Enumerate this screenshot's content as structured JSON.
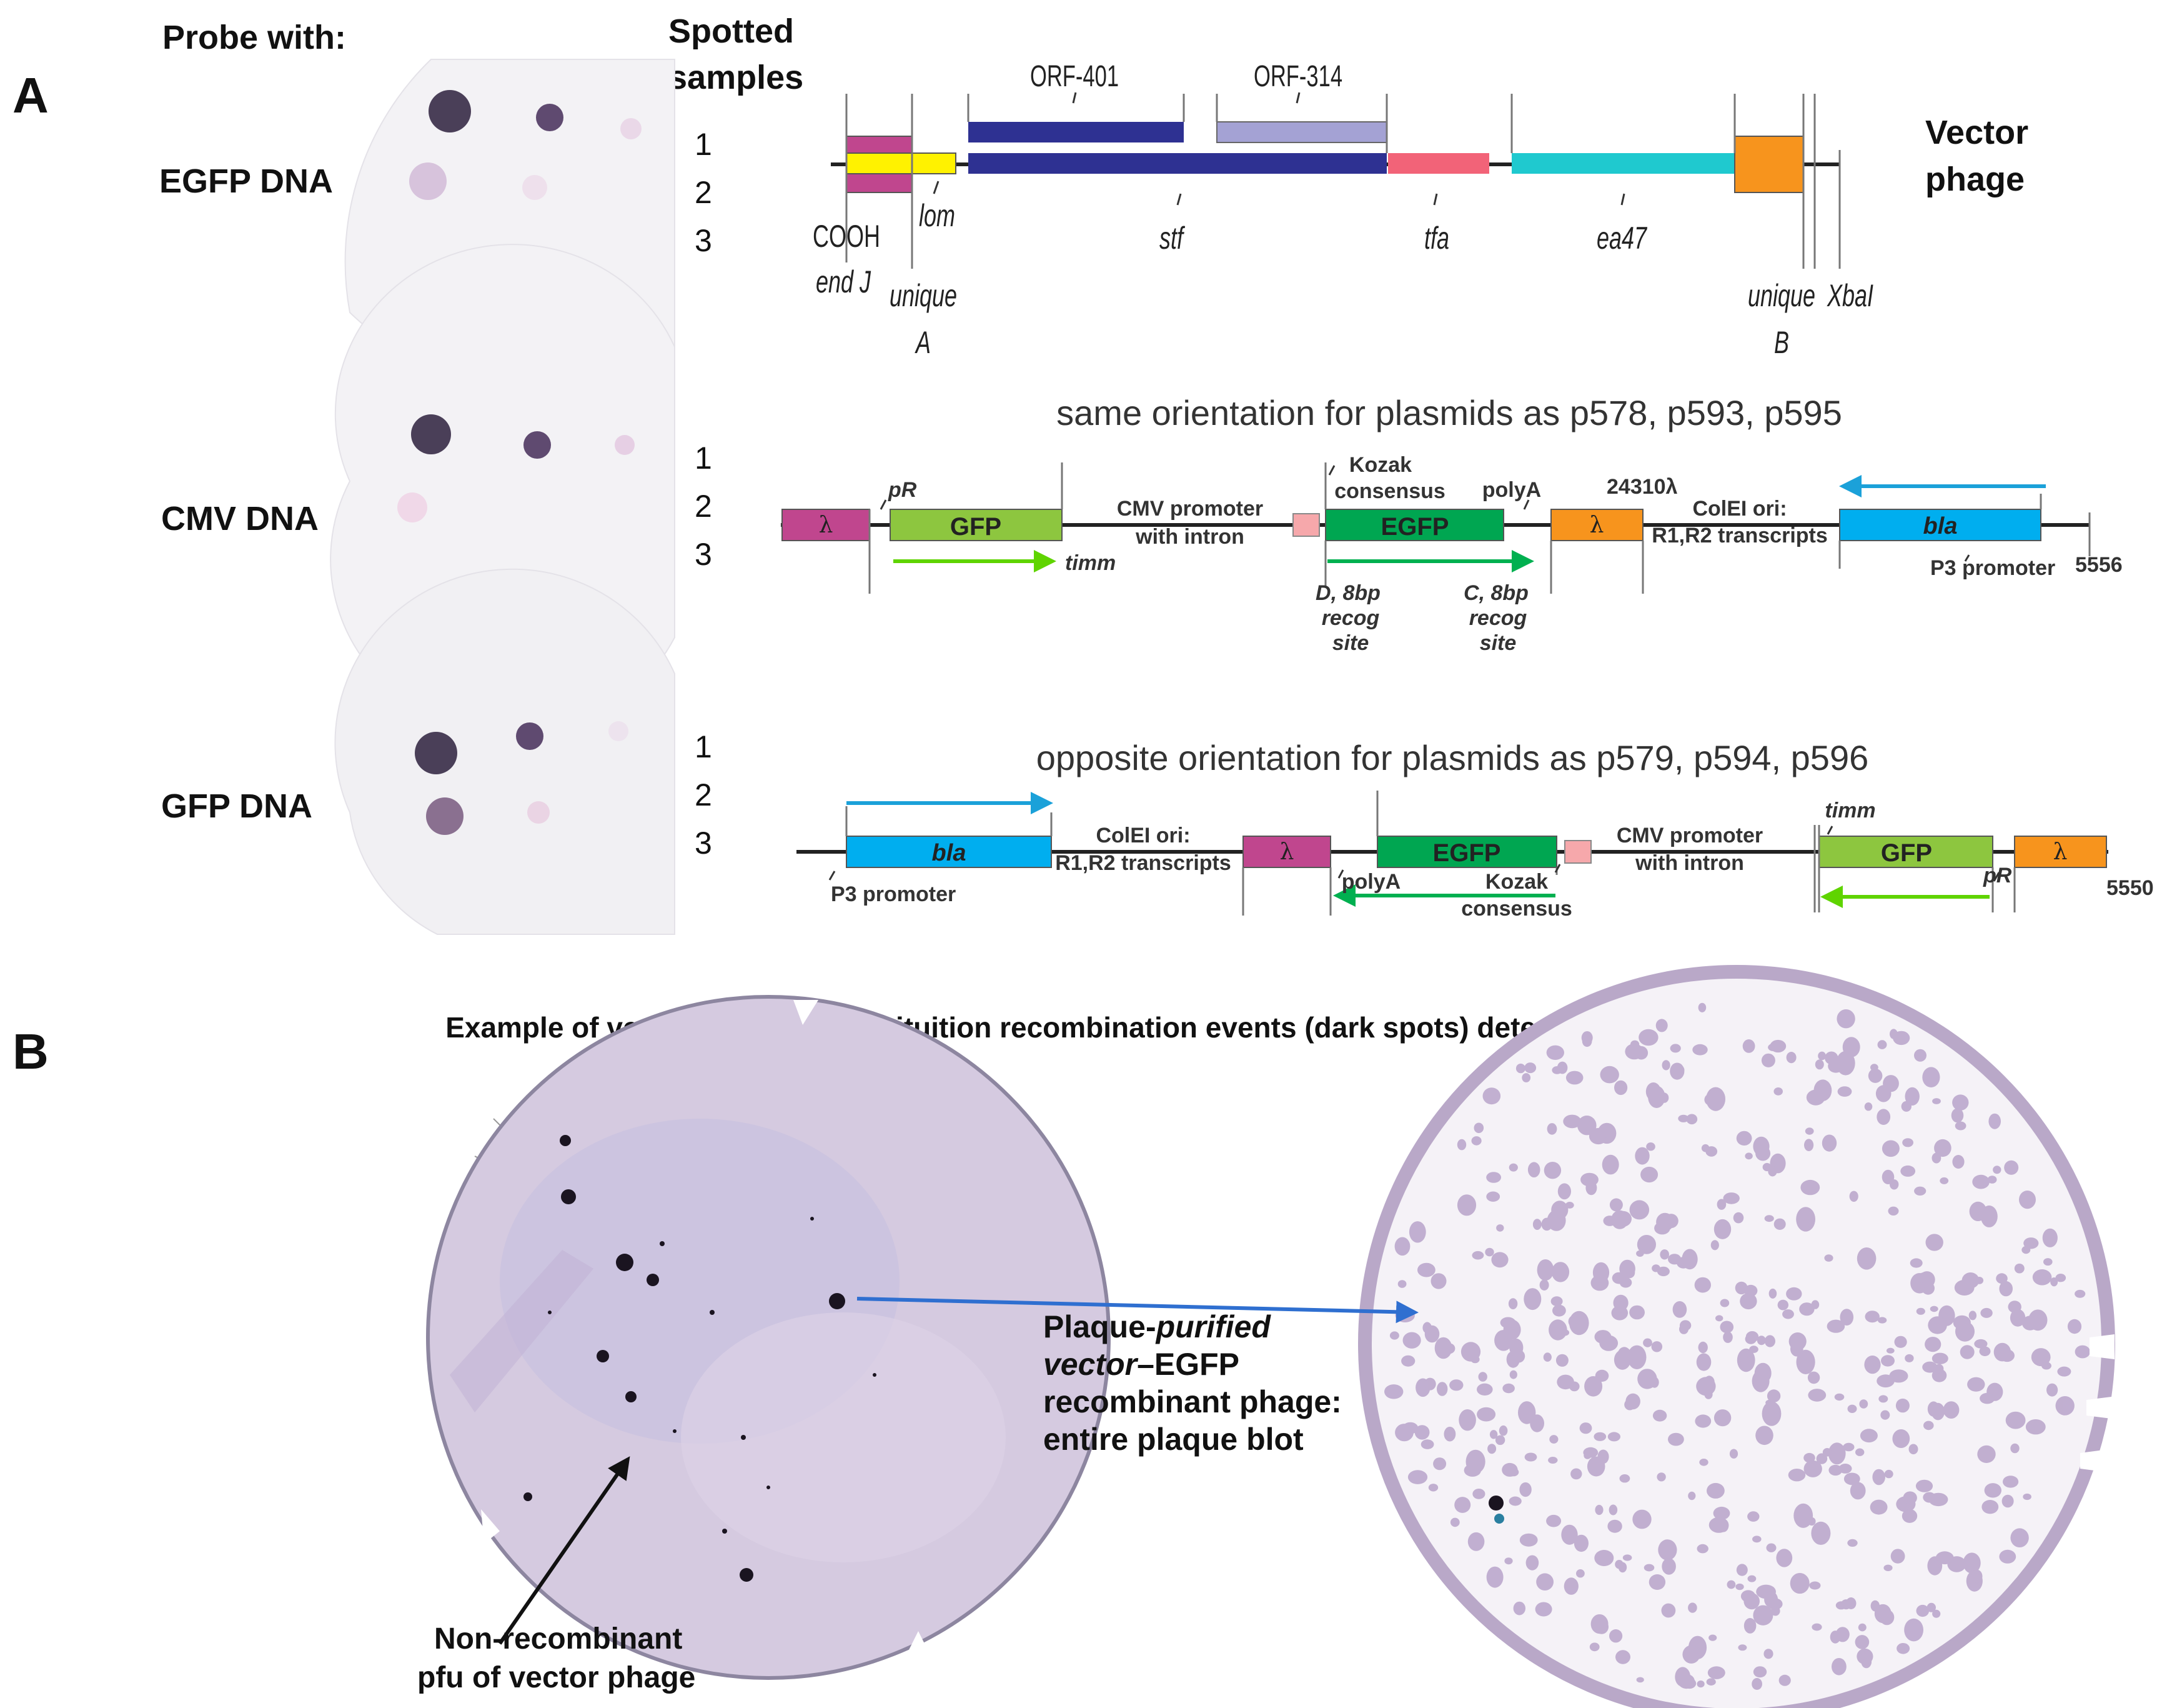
{
  "panel_a": {
    "letter": "A",
    "probe_header": "Probe with:",
    "spotted_header_1": "Spotted",
    "spotted_header_2": "samples",
    "probes": [
      {
        "name": "EGFP DNA",
        "rows": [
          "1",
          "2",
          "3"
        ]
      },
      {
        "name": "CMV DNA",
        "rows": [
          "1",
          "2",
          "3"
        ]
      },
      {
        "name": "GFP DNA",
        "rows": [
          "1",
          "2",
          "3"
        ]
      }
    ],
    "vector_map": {
      "title_1": "Vector",
      "title_2": "phage",
      "orf401": "ORF-401",
      "orf314": "ORF-314",
      "cooh": "COOH",
      "endj": "end J",
      "lom": "lom",
      "uniqueA_1": "unique",
      "uniqueA_2": "A",
      "stf": "stf",
      "tfa": "tfa",
      "ea47": "ea47",
      "uniqueB_1": "unique",
      "uniqueB_2": "B",
      "xbal": "XbaI"
    },
    "same_map": {
      "title": "same orientation for plasmids as p578, p593, p595",
      "lambda1": "λ",
      "pR": "pR",
      "gfp": "GFP",
      "timm": "timm",
      "cmv_1": "CMV promoter",
      "cmv_2": "with intron",
      "kozak_1": "Kozak",
      "kozak_2": "consensus",
      "egfp": "EGFP",
      "polyA": "polyA",
      "d_1": "D, 8bp",
      "d_2": "recog",
      "d_3": "site",
      "c_1": "C, 8bp",
      "c_2": "recog",
      "c_3": "site",
      "lambda2": "λ",
      "num24310": "24310λ",
      "colEI_1": "ColEI ori:",
      "colEI_2": "R1,R2 transcripts",
      "bla": "bla",
      "p3": "P3 promoter",
      "end": "5556"
    },
    "opp_map": {
      "title": "opposite orientation for plasmids as p579, p594, p596",
      "bla": "bla",
      "p3": "P3 promoter",
      "colEI_1": "ColEI ori:",
      "colEI_2": "R1,R2 transcripts",
      "lambda1": "λ",
      "egfp": "EGFP",
      "polyA": "polyA",
      "kozak_1": "Kozak",
      "kozak_2": "consensus",
      "cmv_1": "CMV promoter",
      "cmv_2": "with intron",
      "timm": "timm",
      "gfp": "GFP",
      "pR": "pR",
      "lambda2": "λ",
      "end": "5550"
    }
  },
  "panel_b": {
    "letter": "B",
    "title": "Example of vector-plasmid substituition recombination events (dark spots) detected with EGFP DNA probe",
    "label_1a": "Plaque-",
    "label_1b": "purified",
    "label_2a": "vector",
    "label_2b": "–EGFP",
    "label_3": "recombinant phage:",
    "label_4": "entire plaque blot",
    "nonrec_1": "Non-recombinant",
    "nonrec_2": "pfu of vector phage"
  },
  "colors": {
    "lambda_magenta": "#c0468e",
    "yellow": "#fff200",
    "dark_blue": "#2e3192",
    "lavender": "#a4a2d4",
    "pink": "#f26378",
    "cyan": "#1fc9cf",
    "orange": "#f7941d",
    "green_gfp": "#8dc63f",
    "green_egfp": "#00a651",
    "blue_bla": "#00aeef",
    "arrow_blue": "#1ba1d9",
    "arrow_green": "#5fd400",
    "membrane_purple": "#c7b8d8"
  }
}
